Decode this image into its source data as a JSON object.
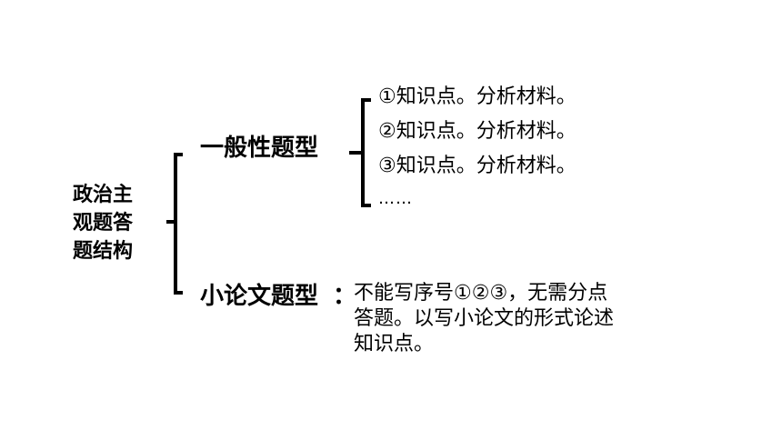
{
  "root": {
    "lines": [
      "政治主",
      "观题答",
      "题结构"
    ]
  },
  "branches": [
    {
      "title": "一般性题型",
      "items": [
        "①知识点。分析材料。",
        "②知识点。分析材料。",
        "③知识点。分析材料。",
        "……"
      ]
    },
    {
      "title": "小论文题型",
      "colon": "：",
      "description_lines": [
        "不能写序号①②③，无需分点",
        "答题。以写小论文的形式论述",
        "知识点。"
      ]
    }
  ],
  "colors": {
    "text": "#000000",
    "bracket": "#000000",
    "background": "#ffffff"
  }
}
